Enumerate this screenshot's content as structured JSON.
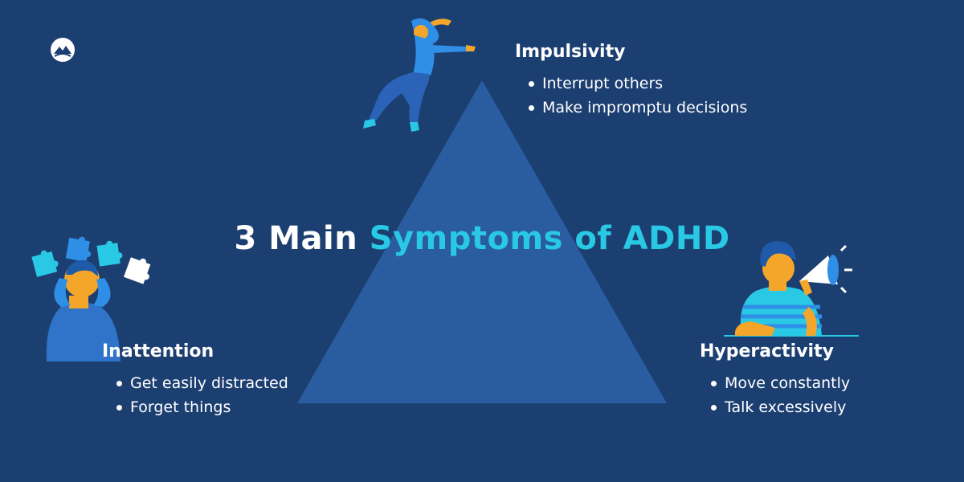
{
  "title": {
    "part1": "3 Main ",
    "part2": "Symptoms of ADHD"
  },
  "colors": {
    "background": "#1c3f71",
    "triangle": "#2a5d9f",
    "accent": "#29c9e6",
    "text": "#ffffff"
  },
  "groups": {
    "impulsivity": {
      "heading": "Impulsivity",
      "items": [
        "Interrupt others",
        "Make impromptu decisions"
      ]
    },
    "inattention": {
      "heading": "Inattention",
      "items": [
        "Get easily distracted",
        "Forget things"
      ]
    },
    "hyperactivity": {
      "heading": "Hyperactivity",
      "items": [
        "Move constantly",
        "Talk excessively"
      ]
    }
  },
  "icons": {
    "logo": "mountain-logo-icon",
    "impulsivity": "leaping-person-icon",
    "inattention": "confused-person-puzzle-icon",
    "hyperactivity": "person-megaphone-icon"
  }
}
